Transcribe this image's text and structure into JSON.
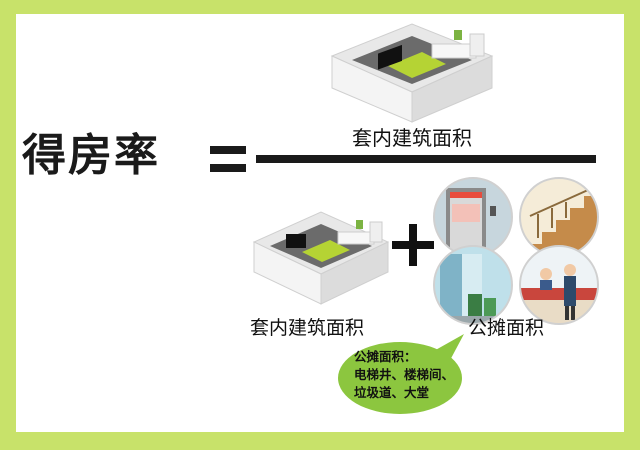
{
  "formula": {
    "title": "得房率",
    "numerator_label": "套内建筑面积",
    "denominator_left_label": "套内建筑面积",
    "denominator_right_label": "公摊面积"
  },
  "callout": {
    "heading": "公摊面积：",
    "line1": "电梯井、楼梯间、",
    "line2": "垃圾道、大堂"
  },
  "colors": {
    "border": "#c8e26a",
    "bubble": "#8cc63f",
    "text": "#1a1a1a"
  },
  "icons": [
    "room-illustration",
    "elevator-illustration",
    "staircase-illustration",
    "corridor-illustration",
    "lobby-illustration"
  ]
}
